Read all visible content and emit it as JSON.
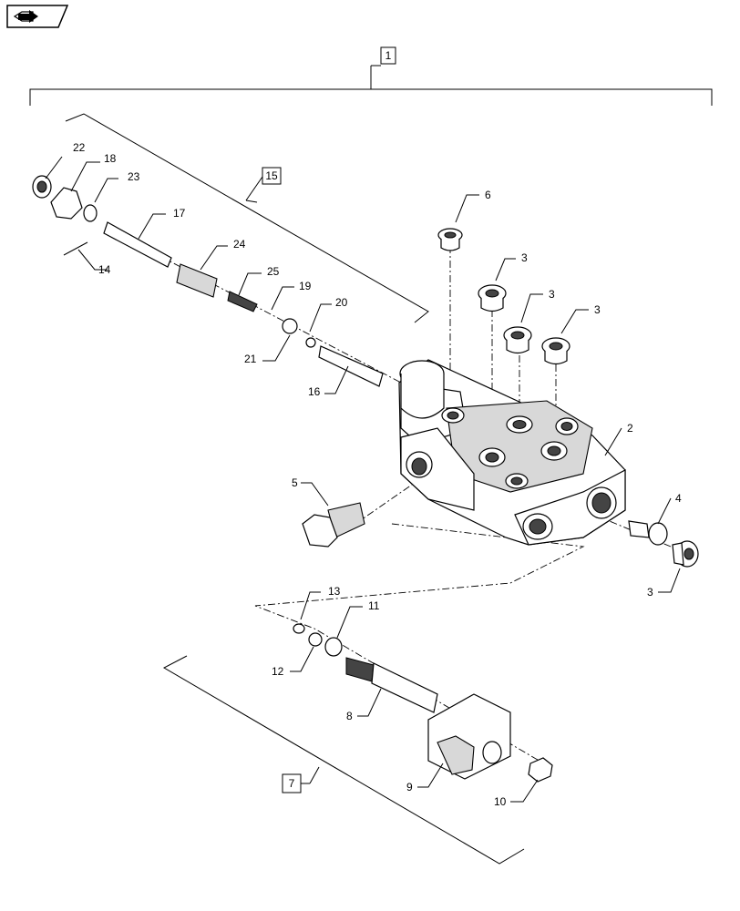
{
  "assembly_label": "1",
  "subassembly_labels": {
    "upper": "15",
    "lower": "7"
  },
  "callouts": [
    {
      "id": "c22",
      "text": "22"
    },
    {
      "id": "c18",
      "text": "18"
    },
    {
      "id": "c23",
      "text": "23"
    },
    {
      "id": "c17",
      "text": "17"
    },
    {
      "id": "c14",
      "text": "14"
    },
    {
      "id": "c24",
      "text": "24"
    },
    {
      "id": "c25",
      "text": "25"
    },
    {
      "id": "c19",
      "text": "19"
    },
    {
      "id": "c20",
      "text": "20"
    },
    {
      "id": "c21",
      "text": "21"
    },
    {
      "id": "c16",
      "text": "16"
    },
    {
      "id": "c6",
      "text": "6"
    },
    {
      "id": "c3a",
      "text": "3"
    },
    {
      "id": "c3b",
      "text": "3"
    },
    {
      "id": "c3c",
      "text": "3"
    },
    {
      "id": "c2",
      "text": "2"
    },
    {
      "id": "c4",
      "text": "4"
    },
    {
      "id": "c3d",
      "text": "3"
    },
    {
      "id": "c5",
      "text": "5"
    },
    {
      "id": "c13",
      "text": "13"
    },
    {
      "id": "c11",
      "text": "11"
    },
    {
      "id": "c12",
      "text": "12"
    },
    {
      "id": "c8",
      "text": "8"
    },
    {
      "id": "c9",
      "text": "9"
    },
    {
      "id": "c10",
      "text": "10"
    }
  ],
  "icons": {
    "nav": "forward-page-icon"
  }
}
